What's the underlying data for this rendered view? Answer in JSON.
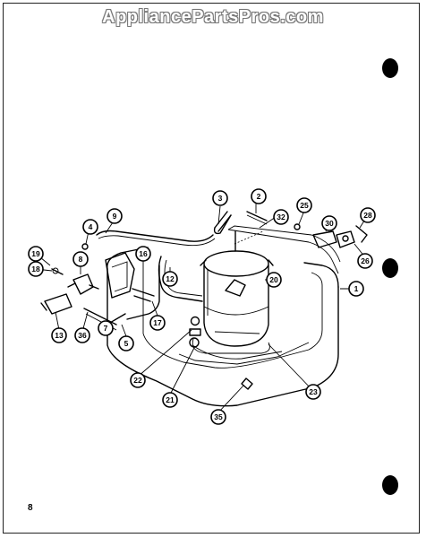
{
  "watermark": "AppliancePartsPros.com",
  "page_number": "8",
  "callouts": [
    {
      "id": "c1",
      "label": "1"
    },
    {
      "id": "c2",
      "label": "2"
    },
    {
      "id": "c3",
      "label": "3"
    },
    {
      "id": "c4",
      "label": "4"
    },
    {
      "id": "c5",
      "label": "5"
    },
    {
      "id": "c7",
      "label": "7"
    },
    {
      "id": "c8",
      "label": "8"
    },
    {
      "id": "c9",
      "label": "9"
    },
    {
      "id": "c12",
      "label": "12"
    },
    {
      "id": "c13",
      "label": "13"
    },
    {
      "id": "c16",
      "label": "16"
    },
    {
      "id": "c17",
      "label": "17"
    },
    {
      "id": "c18",
      "label": "18"
    },
    {
      "id": "c19",
      "label": "19"
    },
    {
      "id": "c20",
      "label": "20"
    },
    {
      "id": "c21",
      "label": "21"
    },
    {
      "id": "c22",
      "label": "22"
    },
    {
      "id": "c23",
      "label": "23"
    },
    {
      "id": "c25",
      "label": "25"
    },
    {
      "id": "c26",
      "label": "26"
    },
    {
      "id": "c28",
      "label": "28"
    },
    {
      "id": "c30",
      "label": "30"
    },
    {
      "id": "c32",
      "label": "32"
    },
    {
      "id": "c35",
      "label": "35"
    },
    {
      "id": "c36",
      "label": "36"
    }
  ]
}
